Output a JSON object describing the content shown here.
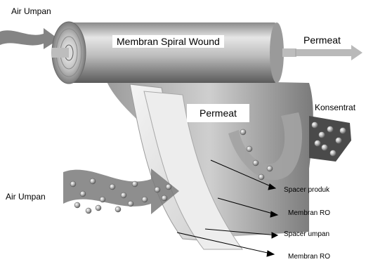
{
  "labels": {
    "air_umpan_top": "Air Umpan",
    "membran_spiral_wound": "Membran Spiral Wound",
    "permeat_right": "Permeat",
    "permeat_center": "Permeat",
    "konsentrat": "Konsentrat",
    "air_umpan_left": "Air Umpan",
    "spacer_produk": "Spacer produk",
    "membran_ro_1": "Membran RO",
    "spacer_umpan": "Spacer umpan",
    "membran_ro_2": "Membran RO"
  },
  "colors": {
    "feed_arrow": "#6f6f6f",
    "permeate_arrow": "#9a9a9a",
    "membrane_gray": "#8c8c8c",
    "bead": "#b5b5b5"
  }
}
